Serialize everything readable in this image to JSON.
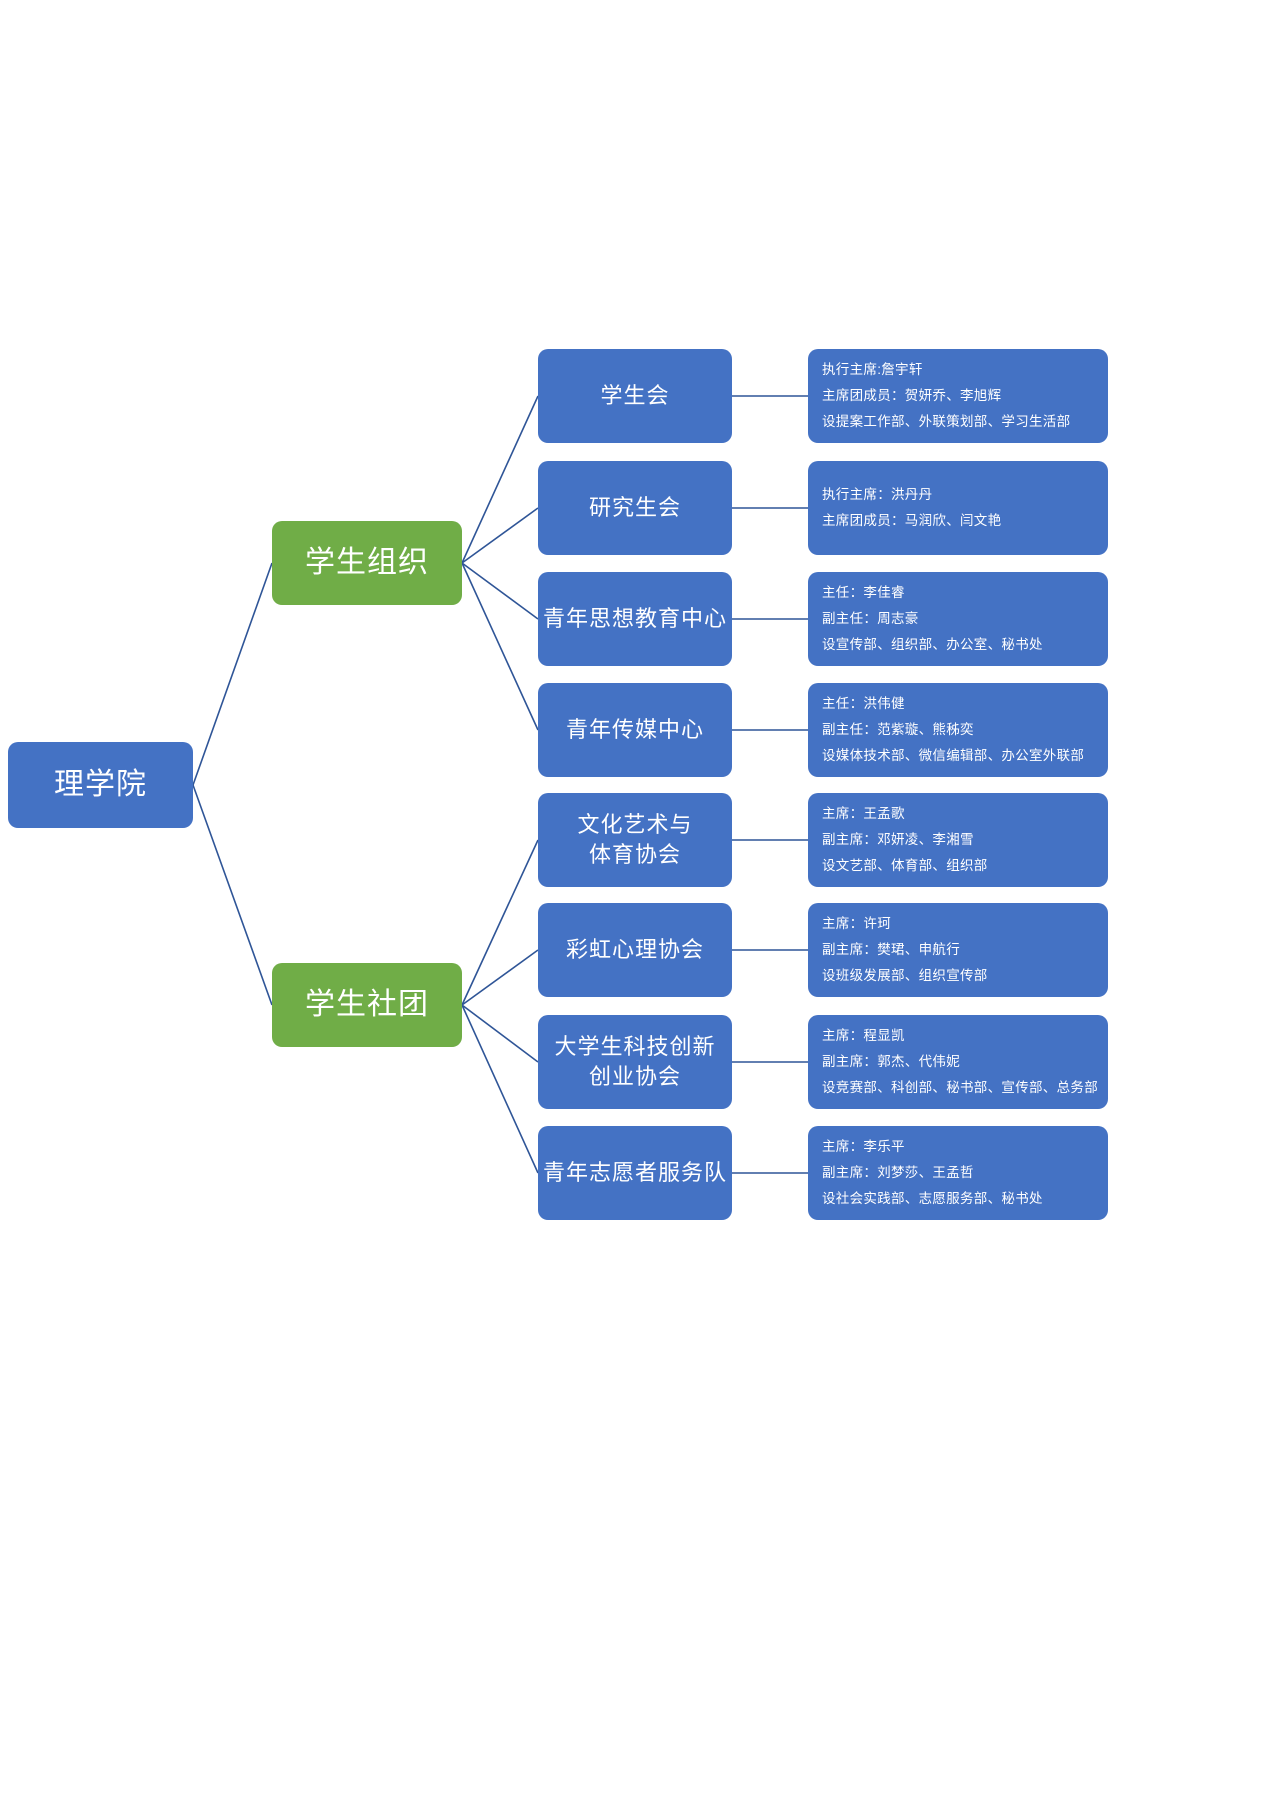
{
  "diagram": {
    "type": "organization-chart",
    "colors": {
      "root_fill": "#4472c4",
      "group_fill": "#70ad47",
      "unit_fill": "#4472c4",
      "detail_fill": "#4472c4",
      "connector": "#2f5597",
      "text": "#ffffff",
      "background": "#ffffff"
    },
    "root": {
      "label": "理学院"
    },
    "groups": [
      {
        "id": "student-organizations",
        "label": "学生组织"
      },
      {
        "id": "student-clubs",
        "label": "学生社团"
      }
    ],
    "units": [
      {
        "id": "student-union",
        "group": "student-organizations",
        "label": "学生会",
        "label_lines": [
          "学生会"
        ],
        "details": [
          "执行主席:詹宇轩",
          "主席团成员：贺妍乔、李旭辉",
          "设提案工作部、外联策划部、学习生活部"
        ]
      },
      {
        "id": "graduate-union",
        "group": "student-organizations",
        "label": "研究生会",
        "label_lines": [
          "研究生会"
        ],
        "details": [
          "执行主席：洪丹丹",
          "主席团成员：马润欣、闫文艳"
        ]
      },
      {
        "id": "youth-ideology-center",
        "group": "student-organizations",
        "label": "青年思想教育中心",
        "label_lines": [
          "青年思想教育中心"
        ],
        "details": [
          "主任：李佳睿",
          "副主任：周志豪",
          "设宣传部、组织部、办公室、秘书处"
        ]
      },
      {
        "id": "youth-media-center",
        "group": "student-organizations",
        "label": "青年传媒中心",
        "label_lines": [
          "青年传媒中心"
        ],
        "details": [
          "主任：洪伟健",
          "副主任：范紫璇、熊秭奕",
          "设媒体技术部、微信编辑部、办公室外联部"
        ]
      },
      {
        "id": "culture-art-sports-association",
        "group": "student-clubs",
        "label": "文化艺术与体育协会",
        "label_lines": [
          "文化艺术与",
          "体育协会"
        ],
        "details": [
          "主席：王孟歌",
          "副主席：邓妍凌、李湘雪",
          "设文艺部、体育部、组织部"
        ]
      },
      {
        "id": "rainbow-psychology-association",
        "group": "student-clubs",
        "label": "彩虹心理协会",
        "label_lines": [
          "彩虹心理协会"
        ],
        "details": [
          "主席：许珂",
          "副主席：樊珺、申航行",
          "设班级发展部、组织宣传部"
        ]
      },
      {
        "id": "scitech-innovation-entrepreneurship-association",
        "group": "student-clubs",
        "label": "大学生科技创新创业协会",
        "label_lines": [
          "大学生科技创新",
          "创业协会"
        ],
        "details": [
          "主席：程显凯",
          "副主席：郭杰、代伟妮",
          "设竞赛部、科创部、秘书部、宣传部、总务部"
        ]
      },
      {
        "id": "youth-volunteer-service-team",
        "group": "student-clubs",
        "label": "青年志愿者服务队",
        "label_lines": [
          "青年志愿者服务队"
        ],
        "details": [
          "主席：李乐平",
          "副主席：刘梦莎、王孟哲",
          "设社会实践部、志愿服务部、秘书处"
        ]
      }
    ]
  }
}
